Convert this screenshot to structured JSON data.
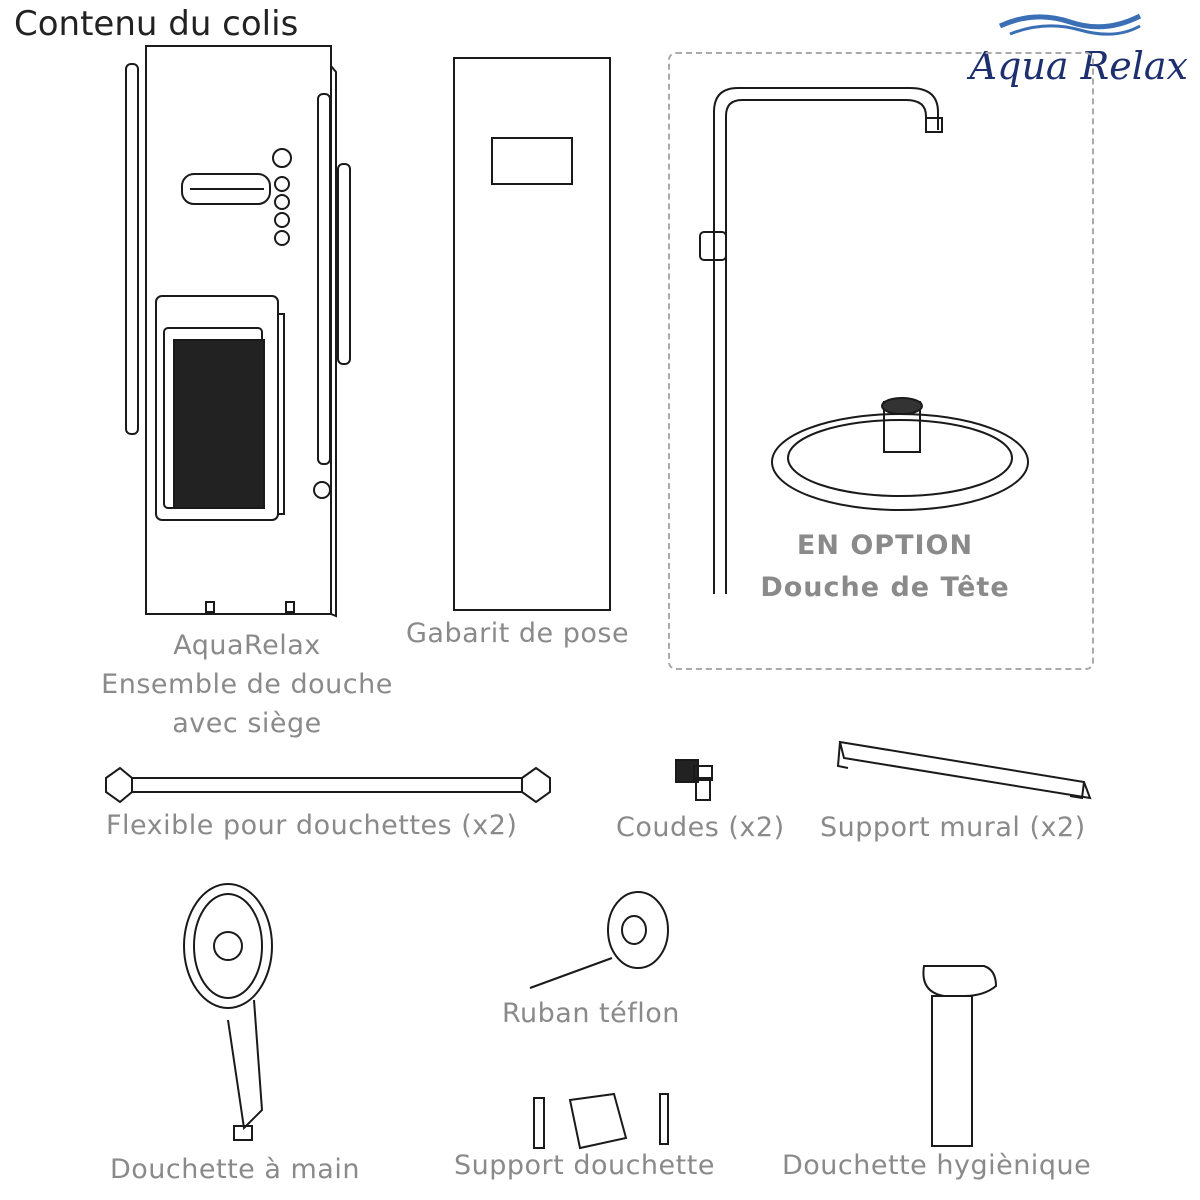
{
  "header": {
    "title": "Contenu du colis"
  },
  "brand": {
    "name": "Aqua Relax",
    "colors": {
      "primary": "#1d2f6e",
      "wave": "#3a6fb5"
    }
  },
  "items": [
    {
      "id": "panel",
      "label_lines": [
        "AquaRelax",
        "Ensemble de douche",
        "avec siège"
      ]
    },
    {
      "id": "template",
      "label": "Gabarit de pose"
    },
    {
      "id": "optional",
      "option_label": "EN OPTION",
      "option_sub": "Douche de Tête"
    },
    {
      "id": "hose",
      "label": "Flexible pour douchettes (x2)"
    },
    {
      "id": "elbows",
      "label": "Coudes (x2)"
    },
    {
      "id": "wall_support",
      "label": "Support mural (x2)"
    },
    {
      "id": "handshower",
      "label": "Douchette à main"
    },
    {
      "id": "tape",
      "label": "Ruban téflon"
    },
    {
      "id": "holder",
      "label": "Support douchette"
    },
    {
      "id": "bidet",
      "label": "Douchette hygiènique"
    }
  ]
}
